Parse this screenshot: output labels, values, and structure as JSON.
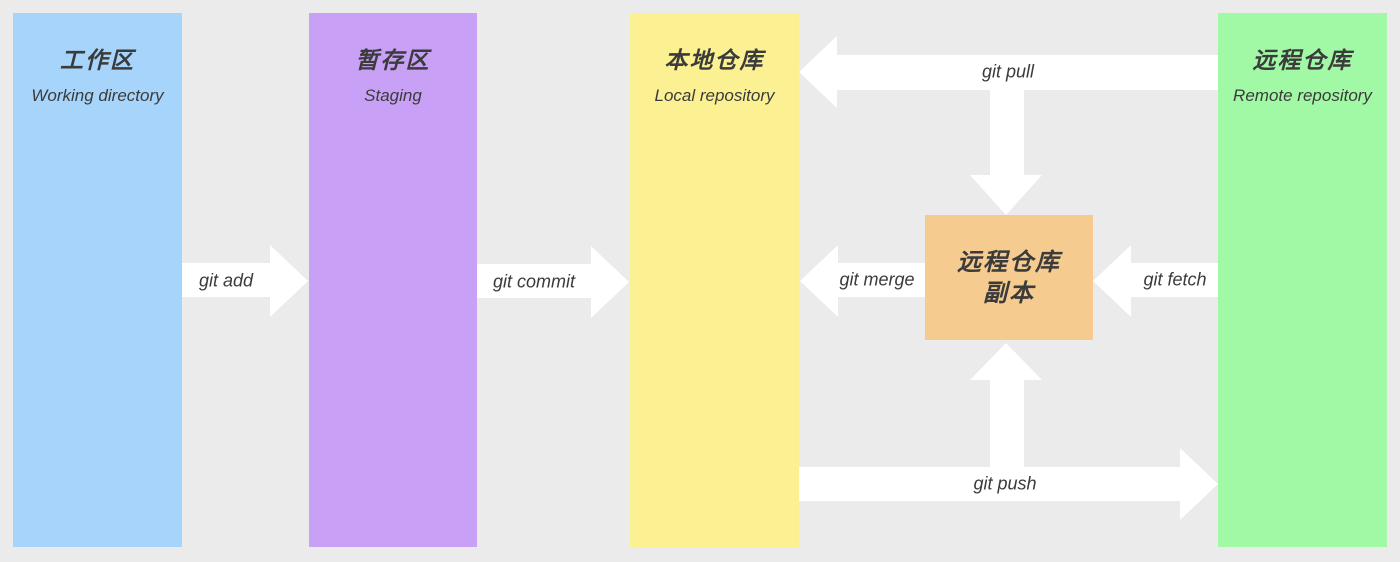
{
  "colors": {
    "background": "#ebebeb",
    "working_directory": "#a6d4fb",
    "staging": "#c8a0f6",
    "local_repository": "#fbf192",
    "remote_repository": "#a1f8a5",
    "remote_copy": "#f6cb90",
    "arrow": "#ffffff",
    "text": "#3b3b3b"
  },
  "columns": [
    {
      "title": "工作区",
      "subtitle": "Working directory",
      "color": "#a6d4fb"
    },
    {
      "title": "暂存区",
      "subtitle": "Staging",
      "color": "#c8a0f6"
    },
    {
      "title": "本地仓库",
      "subtitle": "Local repository",
      "color": "#fbf192"
    },
    {
      "title": "远程仓库",
      "subtitle": "Remote repository",
      "color": "#a1f8a5"
    }
  ],
  "copy_box": {
    "line1": "远程仓库",
    "line2": "副本",
    "color": "#f6cb90"
  },
  "arrows": {
    "add": {
      "label": "git add",
      "from": "工作区",
      "to": "暂存区"
    },
    "commit": {
      "label": "git commit",
      "from": "暂存区",
      "to": "本地仓库"
    },
    "pull": {
      "label": "git pull",
      "from": "远程仓库",
      "to": "本地仓库"
    },
    "fetch": {
      "label": "git fetch",
      "from": "远程仓库",
      "to": "远程仓库副本"
    },
    "merge": {
      "label": "git merge",
      "from": "远程仓库副本",
      "to": "本地仓库"
    },
    "push": {
      "label": "git push",
      "from": "本地仓库",
      "to": "远程仓库"
    }
  }
}
